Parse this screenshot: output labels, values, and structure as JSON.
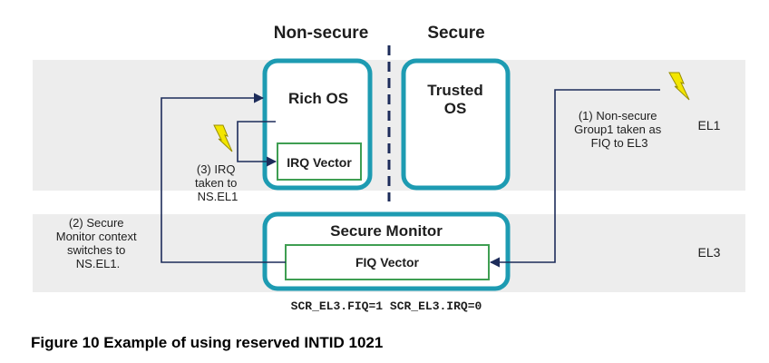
{
  "headers": {
    "non_secure": "Non-secure",
    "secure": "Secure"
  },
  "levels": {
    "el1": "EL1",
    "el3": "EL3"
  },
  "boxes": {
    "rich_os": "Rich OS",
    "trusted_os_line1": "Trusted",
    "trusted_os_line2": "OS",
    "irq_vector": "IRQ Vector",
    "secure_monitor": "Secure Monitor",
    "fiq_vector": "FIQ Vector"
  },
  "annotations": {
    "step1": [
      "(1) Non-secure",
      "Group1 taken as",
      "FIQ to EL3"
    ],
    "step2": [
      "(2) Secure",
      "Monitor context",
      "switches to",
      "NS.EL1."
    ],
    "step3": [
      "(3) IRQ",
      "taken to",
      "NS.EL1"
    ]
  },
  "register_settings": "SCR_EL3.FIQ=1 SCR_EL3.IRQ=0",
  "caption": "Figure 10 Example of using reserved INTID 1021",
  "colors": {
    "band": "#ededed",
    "teal": "#1d9bb2",
    "green": "#3f9e52",
    "navy": "#1d2c5a",
    "bolt_fill": "#f3e600",
    "bolt_stroke": "#9a8f00",
    "text": "#1e1e1e"
  }
}
